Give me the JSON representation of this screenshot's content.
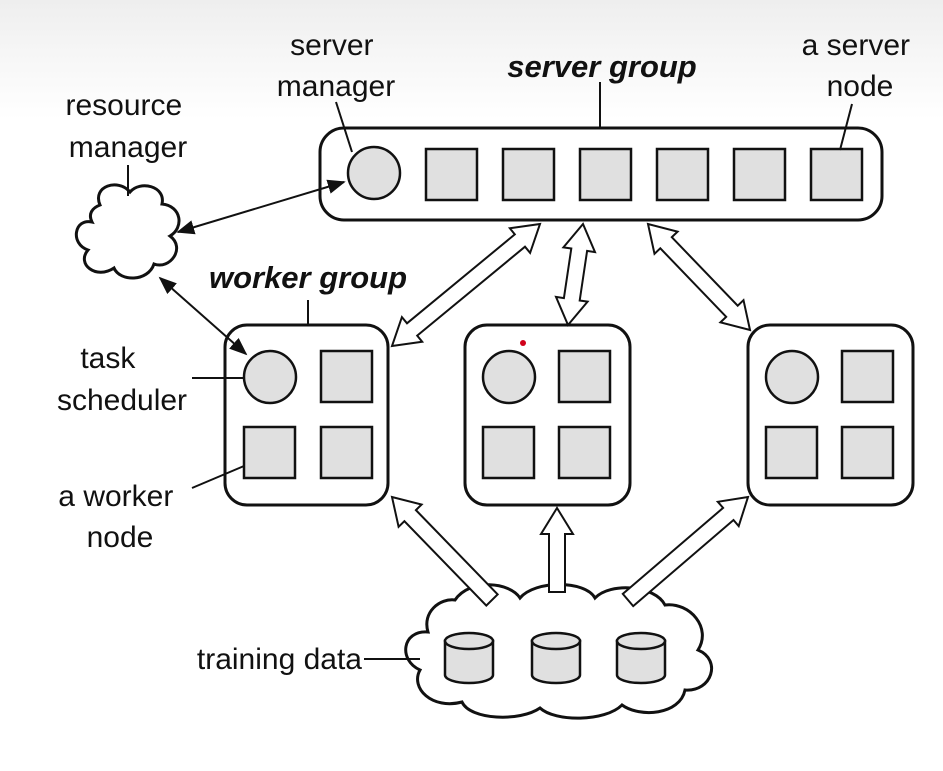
{
  "labels": {
    "server_group": "server group",
    "worker_group": "worker group",
    "server_manager": [
      "server",
      "manager"
    ],
    "server_node": [
      "a server",
      "node"
    ],
    "resource_manager": [
      "resource",
      "manager"
    ],
    "task_scheduler": [
      "task",
      "scheduler"
    ],
    "worker_node": [
      "a worker",
      "node"
    ],
    "training_data": "training data"
  },
  "structure": {
    "server_group_nodes": 6,
    "worker_groups": 3,
    "nodes_per_worker_group": 3,
    "training_data_shards": 3
  },
  "colors": {
    "node_fill": "#e0e0e0",
    "stroke": "#111111",
    "container_fill": "#ffffff",
    "marker_dot": "#d0021b"
  }
}
